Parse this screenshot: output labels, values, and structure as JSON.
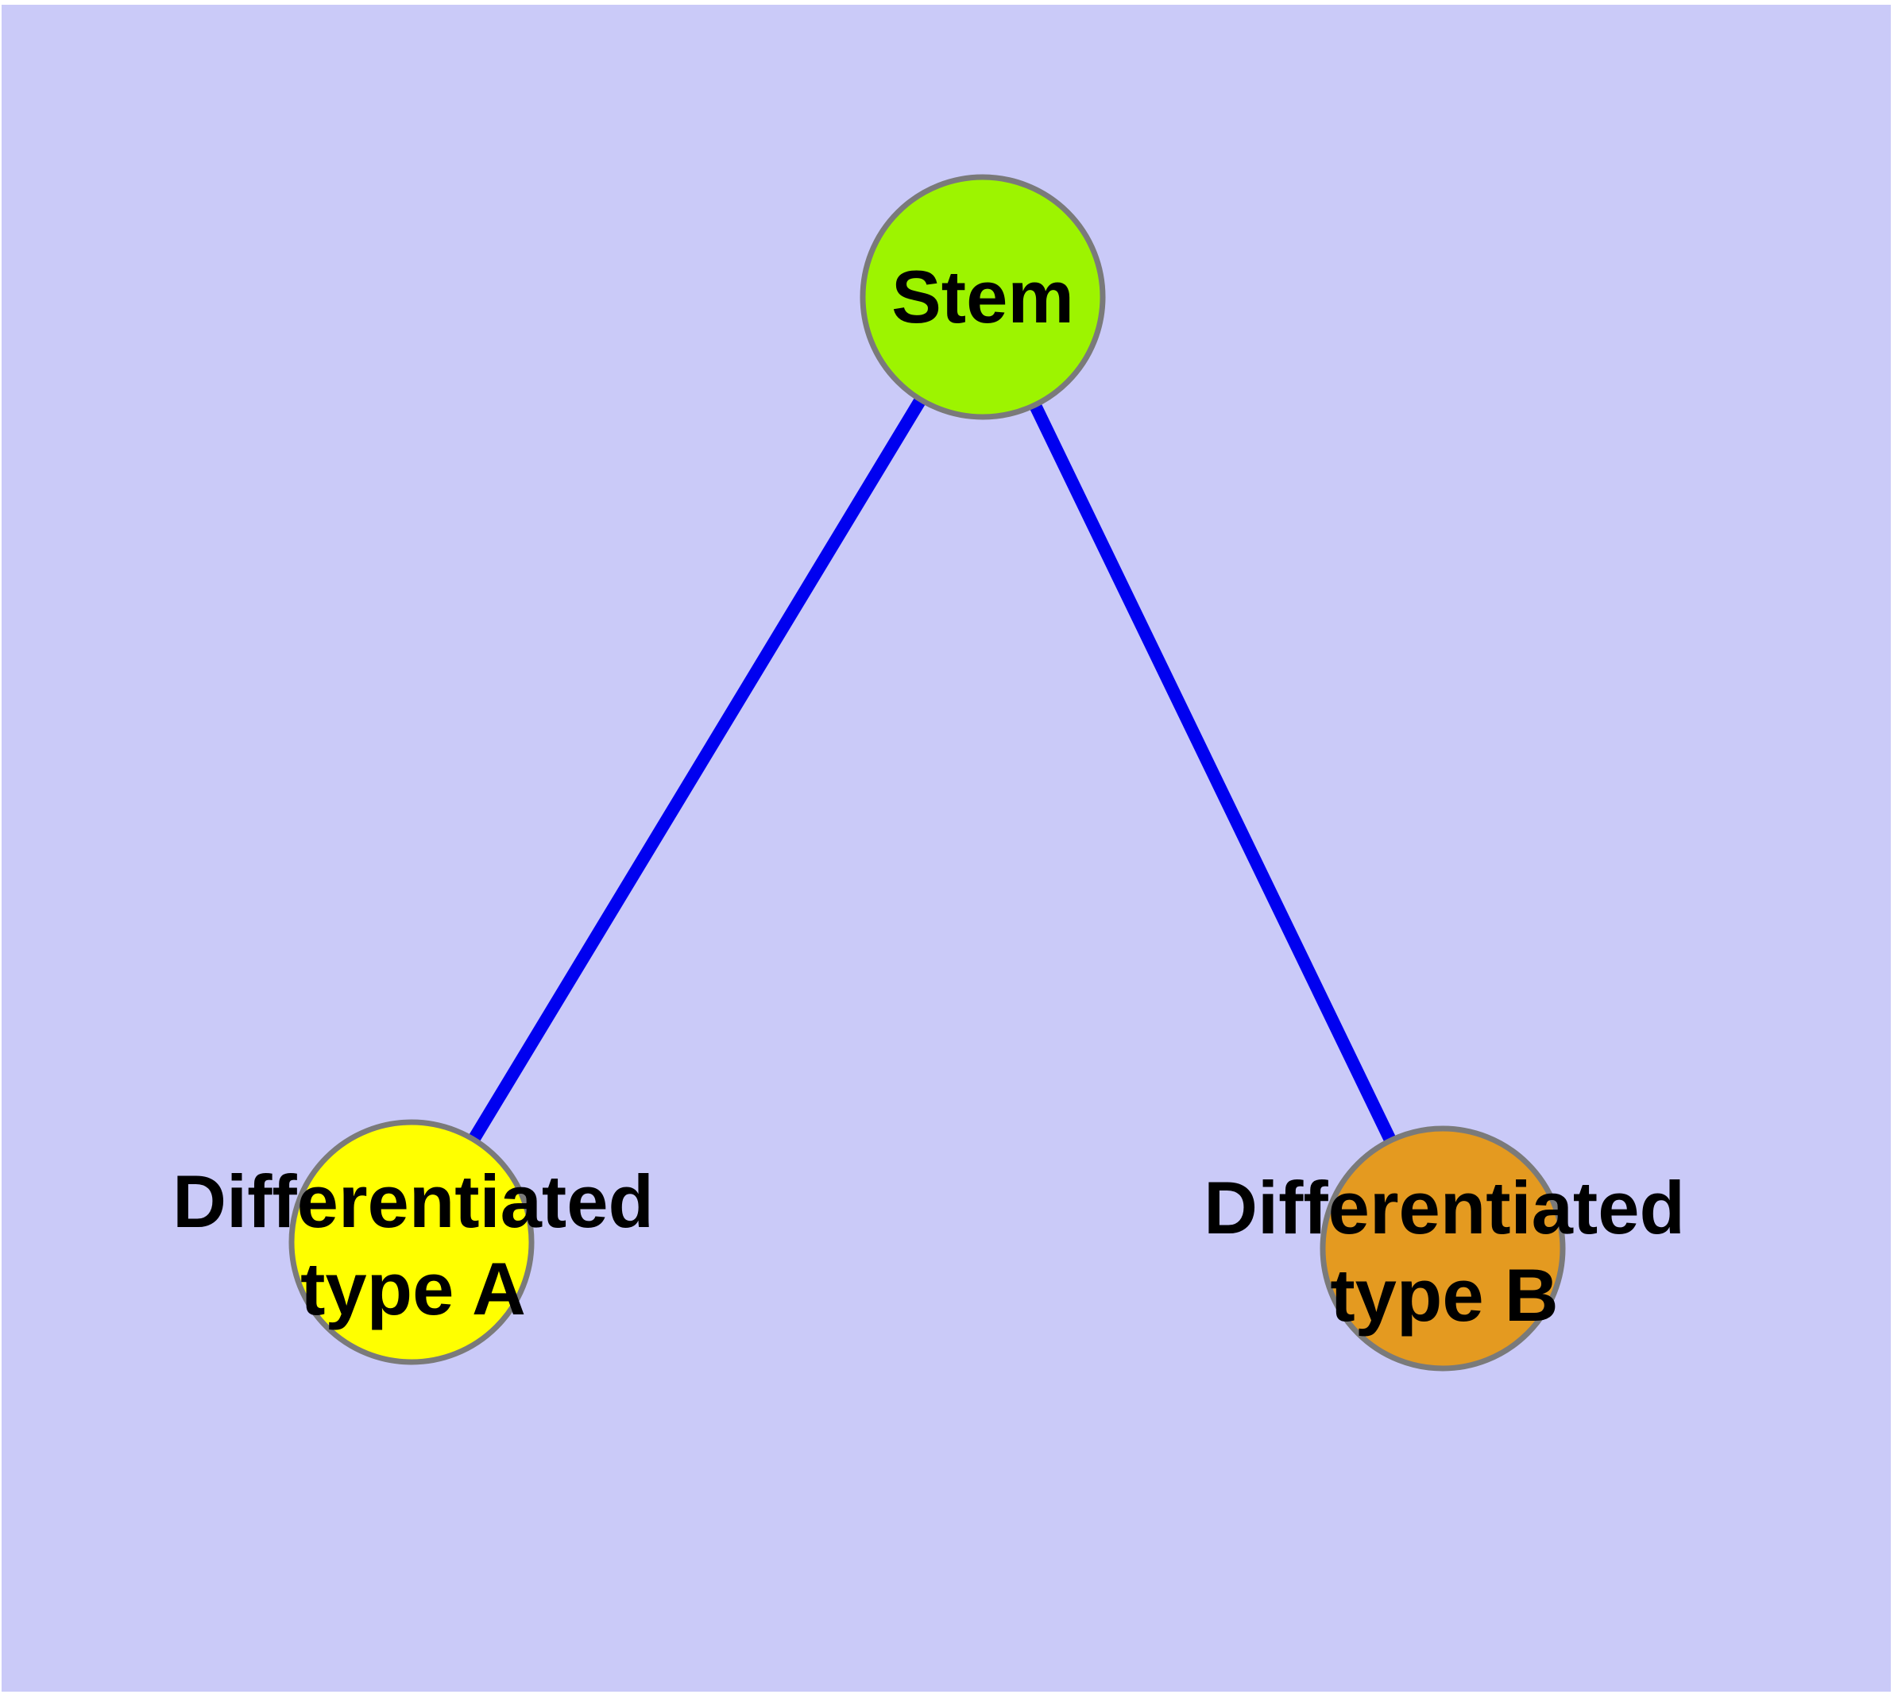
{
  "figure": {
    "background_color": "#cacaf8",
    "margin_color": "#ffffff"
  },
  "graph": {
    "type": "node-link-diagram",
    "edge_color": "#0000f0",
    "node_border_color": "#7a7a7a",
    "label_color": "#000000",
    "nodes": [
      {
        "id": "stem",
        "label": "Stem",
        "fill": "#9df400"
      },
      {
        "id": "differentiated-type-a",
        "label": "Differentiated\ntype A",
        "fill": "#ffff00"
      },
      {
        "id": "differentiated-type-b",
        "label": "Differentiated\ntype B",
        "fill": "#e49a20"
      }
    ],
    "edges": [
      {
        "from": "stem",
        "to": "differentiated-type-a"
      },
      {
        "from": "stem",
        "to": "differentiated-type-b"
      }
    ]
  }
}
